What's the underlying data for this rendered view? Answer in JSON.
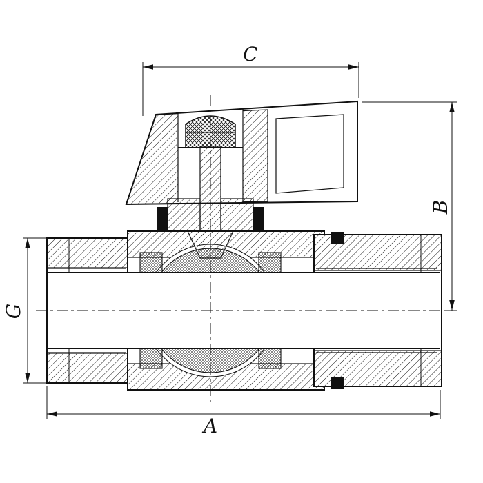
{
  "drawing": {
    "dimension_labels": {
      "length": "A",
      "height": "B",
      "handle_width": "C",
      "thread": "G"
    },
    "colors": {
      "line": "#111111",
      "background": "#ffffff"
    }
  }
}
